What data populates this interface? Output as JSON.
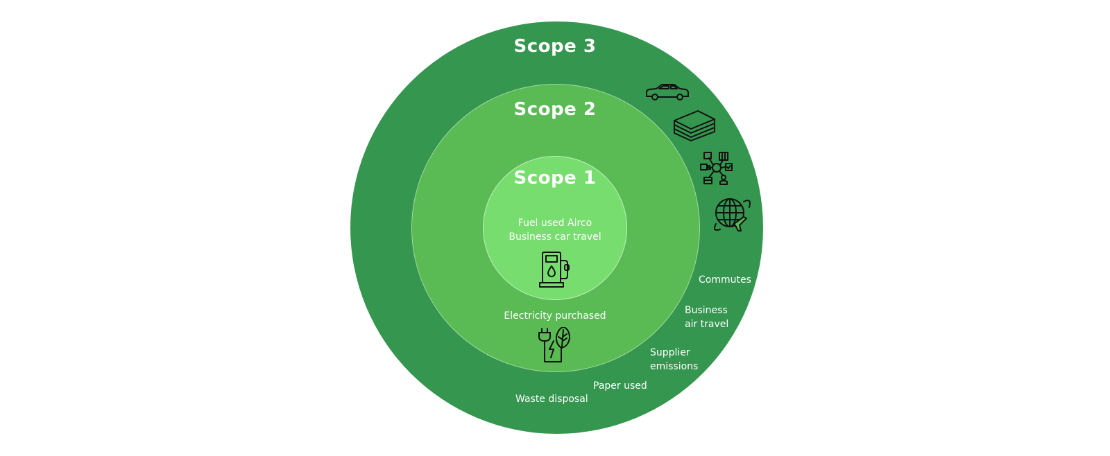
{
  "colors": {
    "scope3": "#34964f",
    "scope2": "#5aba54",
    "scope1": "#77dd6e",
    "text": "#ffffff",
    "icon_stroke": "#111111"
  },
  "scope3": {
    "title": "Scope 3",
    "items": {
      "commutes": "Commutes",
      "business_air_travel_1": "Business",
      "business_air_travel_2": "air travel",
      "supplier_emissions_1": "Supplier",
      "supplier_emissions_2": "emissions",
      "paper_used": "Paper used",
      "waste_disposal": "Waste disposal"
    },
    "icons": [
      "car-icon",
      "paper-stack-icon",
      "supplier-network-icon",
      "globe-plane-icon"
    ]
  },
  "scope2": {
    "title": "Scope 2",
    "item": "Electricity purchased",
    "icon": "plug-leaf-icon"
  },
  "scope1": {
    "title": "Scope 1",
    "line1": "Fuel used Airco",
    "line2": "Business car travel",
    "icon": "fuel-pump-icon"
  }
}
